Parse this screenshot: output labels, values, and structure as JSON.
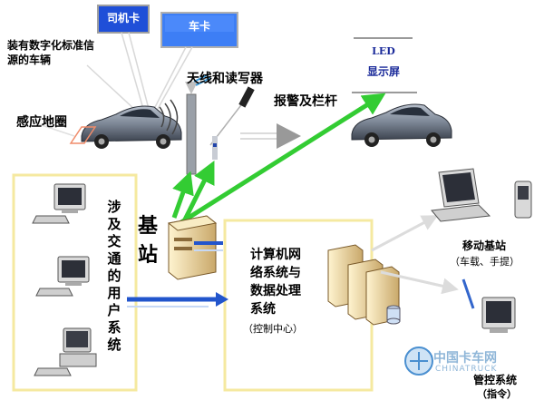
{
  "labels": {
    "vehicle": "装有数字化标准信源的车辆",
    "driver_card": "司机卡",
    "car_card": "车卡",
    "antenna_reader": "天线和读写器",
    "led_line1": "LED",
    "led_line2": "显示屏",
    "alarm_barrier": "报警及栏杆",
    "induction_loop": "感应地圈",
    "base_station": "基站",
    "user_system": "涉及交通的用户系统",
    "computer_network_1": "计算机网",
    "computer_network_2": "络系统与",
    "computer_network_3": "数据处理",
    "computer_network_4": "系统",
    "control_center": "（控制中心）",
    "mobile_base_1": "移动基站",
    "mobile_base_2": "（车载、手提）",
    "control_system_1": "管控系统",
    "control_system_2": "（指令）"
  },
  "watermark": {
    "cn": "中国卡车网",
    "en": "CHINATRUCK"
  },
  "colors": {
    "green_arrow": "#33cc33",
    "blue_arrow": "#2255cc",
    "card_blue": "#1f4fd8",
    "box_border": "#f5e9a0"
  }
}
